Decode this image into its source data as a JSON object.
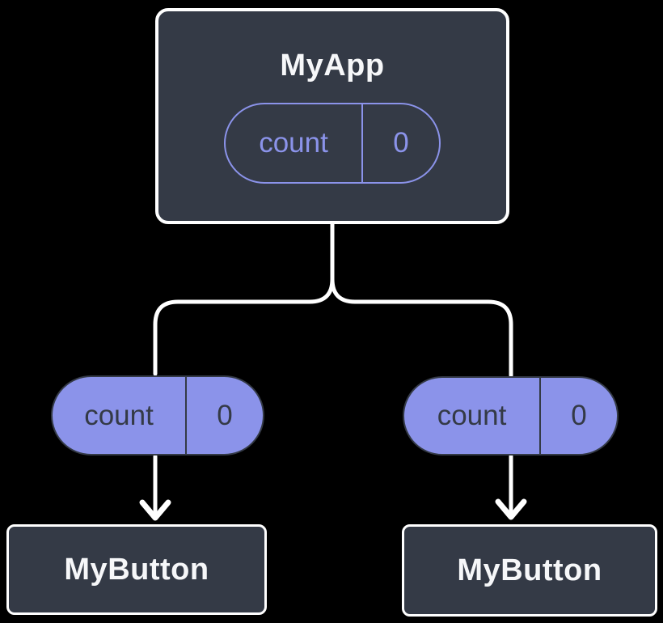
{
  "diagram": {
    "description": "React component tree: parent state passed down as props",
    "background": "#000000",
    "colors": {
      "node_fill": "#343a46",
      "node_border": "#ffffff",
      "accent_purple": "#8b93ea",
      "pill_dark_text": "#343a46",
      "connector": "#ffffff",
      "title_text": "#f6f7f9"
    },
    "root": {
      "title": "MyApp",
      "state": {
        "key": "count",
        "value": "0"
      }
    },
    "props": [
      {
        "key": "count",
        "value": "0"
      },
      {
        "key": "count",
        "value": "0"
      }
    ],
    "children": [
      {
        "title": "MyButton"
      },
      {
        "title": "MyButton"
      }
    ]
  }
}
